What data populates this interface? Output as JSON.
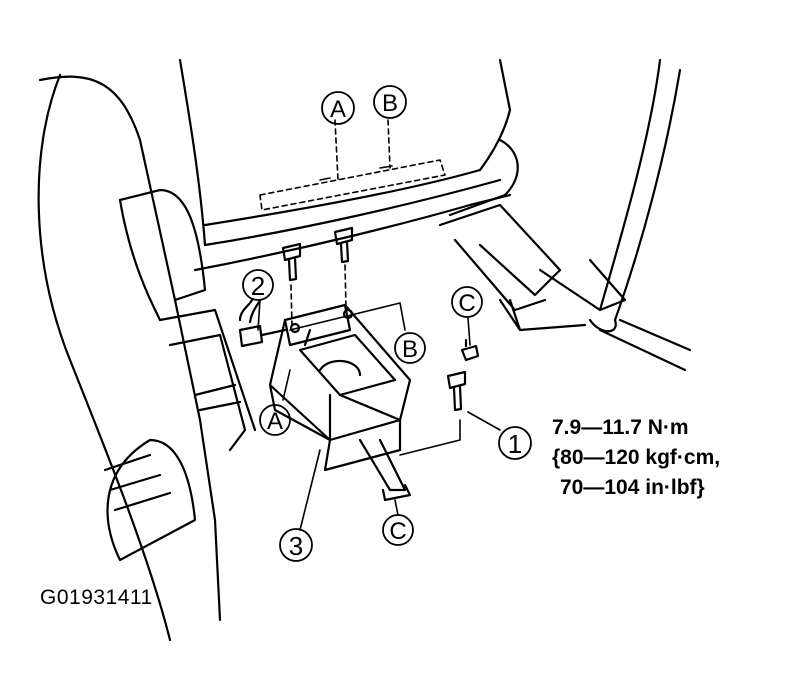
{
  "labels": {
    "a": "A",
    "b": "B",
    "c": "C",
    "one": "1",
    "two": "2",
    "three": "3"
  },
  "torque": {
    "line1": "7.9—11.7 N·m",
    "line2": "{80—120 kgf·cm,",
    "line3": "70—104 in·lbf}"
  },
  "figure_code": "G01931411"
}
